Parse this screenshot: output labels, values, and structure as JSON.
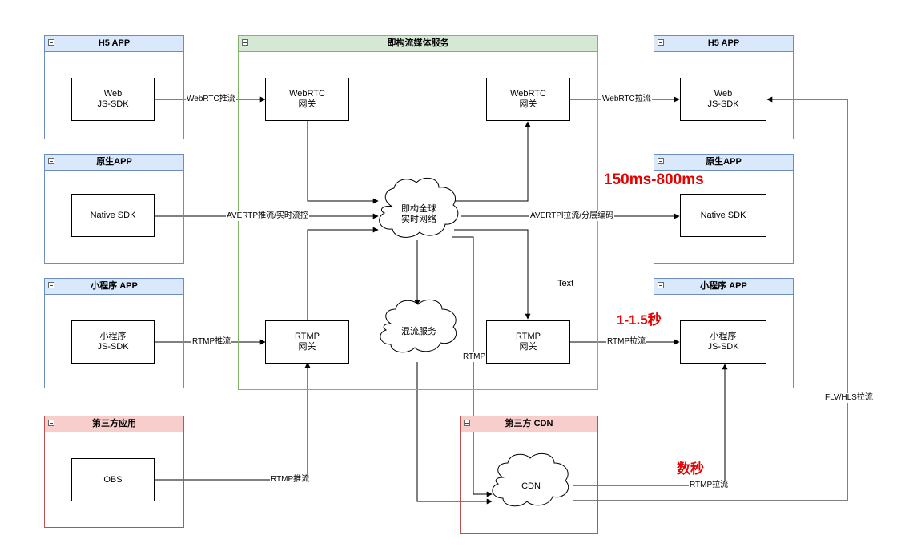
{
  "groups": {
    "h5_left": "H5 APP",
    "native_left": "原生APP",
    "mini_left": "小程序 APP",
    "third_app": "第三方应用",
    "media": "即构流媒体服务",
    "h5_right": "H5 APP",
    "native_right": "原生APP",
    "mini_right": "小程序 APP",
    "cdn_group": "第三方 CDN"
  },
  "nodes": {
    "web_sdk_left": [
      "Web",
      "JS-SDK"
    ],
    "native_sdk_left": "Native SDK",
    "mini_sdk_left": [
      "小程序",
      "JS-SDK"
    ],
    "obs": "OBS",
    "webrtc_gw_left": [
      "WebRTC",
      "网关"
    ],
    "rtmp_gw_left": [
      "RTMP",
      "网关"
    ],
    "global_net": [
      "即构全球",
      "实时网络"
    ],
    "mix_service": "混流服务",
    "webrtc_gw_right": [
      "WebRTC",
      "网关"
    ],
    "rtmp_gw_right": [
      "RTMP",
      "网关"
    ],
    "web_sdk_right": [
      "Web",
      "JS-SDK"
    ],
    "native_sdk_right": "Native SDK",
    "mini_sdk_right": [
      "小程序",
      "JS-SDK"
    ],
    "cdn": "CDN"
  },
  "edges": {
    "webrtc_push": "WebRTC推流",
    "avertp_push": "AVERTP推流/实时流控",
    "rtmp_push_mini": "RTMP推流",
    "rtmp_push_obs": "RTMP推流",
    "webrtc_pull": "WebRTC拉流",
    "avertp_pull": "AVERTPl拉流/分层编码",
    "rtmp_pull_mini": "RTMP拉流",
    "rtmp_to_cdn": "RTMP",
    "rtmp_pull_cdn": "RTMP拉流",
    "flv_hls_pull": "FLV/HLS拉流"
  },
  "free_text": "Text",
  "notes": {
    "latency_rtc": "150ms-800ms",
    "latency_rtmp": "1-1.5秒",
    "latency_cdn": "数秒"
  },
  "colors": {
    "note_red": "#e60000",
    "blue_fill": "#dae8fc",
    "green_fill": "#d5e8d4",
    "red_fill": "#f8cecc"
  }
}
